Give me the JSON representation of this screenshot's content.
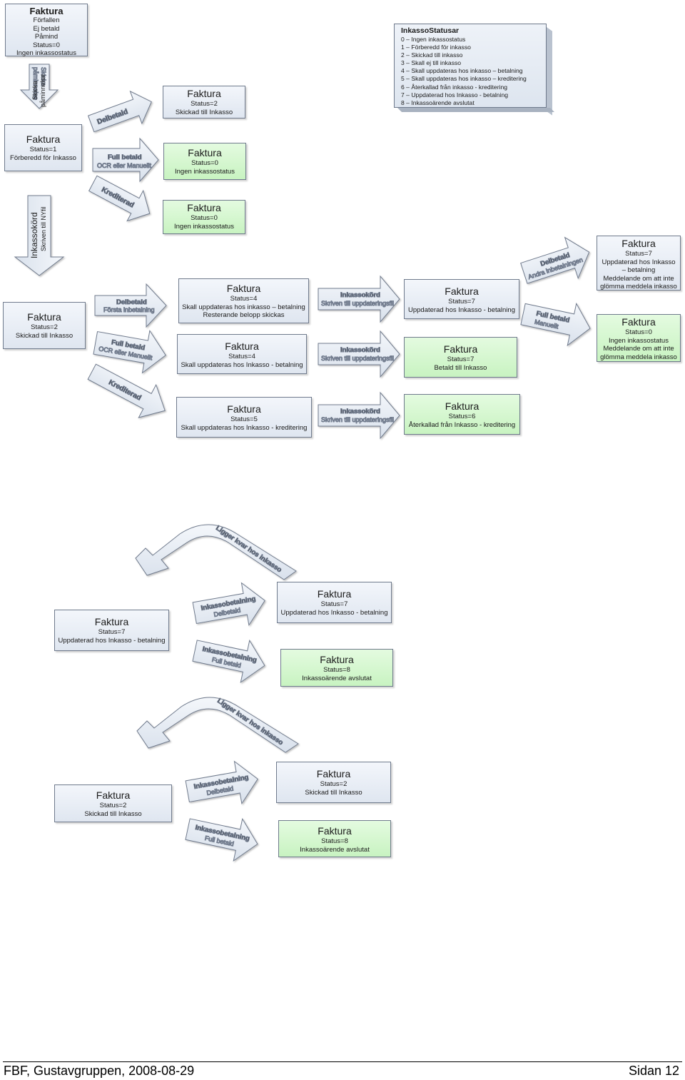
{
  "boxes": {
    "b1": {
      "title": "Faktura",
      "lines": [
        "Förfallen",
        "Ej betald",
        "Påmind",
        "Status=0",
        "Ingen inkassostatus"
      ]
    },
    "b2": {
      "title": "Faktura",
      "lines": [
        "Status=1",
        "Förberedd för Inkasso"
      ]
    },
    "b3": {
      "title": "Faktura",
      "lines": [
        "Status=2",
        "Skickad till Inkasso"
      ]
    },
    "b4": {
      "title": "Faktura",
      "lines": [
        "Status=0",
        "Ingen inkassostatus"
      ]
    },
    "b5": {
      "title": "Faktura",
      "lines": [
        "Status=0",
        "Ingen inkassostatus"
      ]
    },
    "b6": {
      "title": "Faktura",
      "lines": [
        "Status=2",
        "Skickad till Inkasso"
      ]
    },
    "b7": {
      "title": "Faktura",
      "lines": [
        "Status=4",
        "Skall uppdateras hos inkasso – betalning",
        "Resterande belopp skickas"
      ]
    },
    "b8": {
      "title": "Faktura",
      "lines": [
        "Status=4",
        "Skall uppdateras hos Inkasso - betalning"
      ]
    },
    "b9": {
      "title": "Faktura",
      "lines": [
        "Status=5",
        "Skall uppdateras hos Inkasso - kreditering"
      ]
    },
    "b10": {
      "title": "Faktura",
      "lines": [
        "Status=7",
        "Uppdaterad hos Inkasso - betalning"
      ]
    },
    "b11": {
      "title": "Faktura",
      "lines": [
        "Status=7",
        "Betald till Inkasso"
      ]
    },
    "b12": {
      "title": "Faktura",
      "lines": [
        "Status=6",
        "Återkallad från Inkasso - kreditering"
      ]
    },
    "b13": {
      "title": "Faktura",
      "lines": [
        "Status=7",
        "Uppdaterad hos Inkasso",
        "– betalning",
        "Meddelande om att inte",
        "glömma meddela inkasso"
      ]
    },
    "b14": {
      "title": "Faktura",
      "lines": [
        "Status=0",
        "Ingen inkassostatus",
        "Meddelande om att inte",
        "glömma meddela inkasso"
      ]
    },
    "b15": {
      "title": "Faktura",
      "lines": [
        "Status=7",
        "Uppdaterad hos Inkasso - betalning"
      ]
    },
    "b16": {
      "title": "Faktura",
      "lines": [
        "Status=7",
        "Uppdaterad hos Inkasso - betalning"
      ]
    },
    "b17": {
      "title": "Faktura",
      "lines": [
        "Status=8",
        "Inkassoärende avslutat"
      ]
    },
    "b18": {
      "title": "Faktura",
      "lines": [
        "Status=2",
        "Skickad till Inkasso"
      ]
    },
    "b19": {
      "title": "Faktura",
      "lines": [
        "Status=2",
        "Skickad till Inkasso"
      ]
    },
    "b20": {
      "title": "Faktura",
      "lines": [
        "Status=8",
        "Inkassoärende avslutat"
      ]
    }
  },
  "legend": {
    "title": "InkassoStatusar",
    "items": [
      "0 – Ingen inkassostatus",
      "1 – Förberedd för inkasso",
      "2 – Skickad till inkasso",
      "3 – Skall ej till inkasso",
      "4 – Skall uppdateras hos inkasso – betalning",
      "5 – Skall uppdateras hos inkasso – kreditering",
      "6 – Återkallad från inkasso - kreditering",
      "7 – Uppdaterad hos Inkasso - betalning",
      "8 – Inkassoärende avslutat"
    ]
  },
  "arrows": {
    "a1": [
      "Skicka",
      "påminnelse"
    ],
    "a2": [
      "Delbetald"
    ],
    "a3": [
      "Full betald",
      "OCR eller Manuellt"
    ],
    "a4": [
      "Krediterad"
    ],
    "a5": [
      "Inkassokörd",
      "Skriven till NYfil"
    ],
    "a6": [
      "Delbetald",
      "Första inbetalning"
    ],
    "a7": [
      "Full betald",
      "OCR eller Manuellt"
    ],
    "a8": [
      "Krediterad"
    ],
    "a9": [
      "Inkassokörd",
      "Skriven till uppdateringsfil"
    ],
    "a10": [
      "Inkassokörd",
      "Skriven till uppdateringsfil"
    ],
    "a11": [
      "Inkassokörd",
      "Skriven till uppdateringsfil"
    ],
    "a12": [
      "Delbetald",
      "Andra inbetalningen"
    ],
    "a13": [
      "Full betald",
      "Manuellt"
    ],
    "a14": [
      "Ligger kvar hos inkasso"
    ],
    "a15": [
      "Inkassobetalning",
      "Delbetald"
    ],
    "a16": [
      "Inkassobetalning",
      "Full betald"
    ],
    "a17": [
      "Ligger kvar hos inkasso"
    ],
    "a18": [
      "Inkassobetalning",
      "Delbetald"
    ],
    "a19": [
      "Inkassobetalning",
      "Full betald"
    ]
  },
  "footer": {
    "left": "FBF, Gustavgruppen, 2008-08-29",
    "right": "Sidan 12"
  }
}
